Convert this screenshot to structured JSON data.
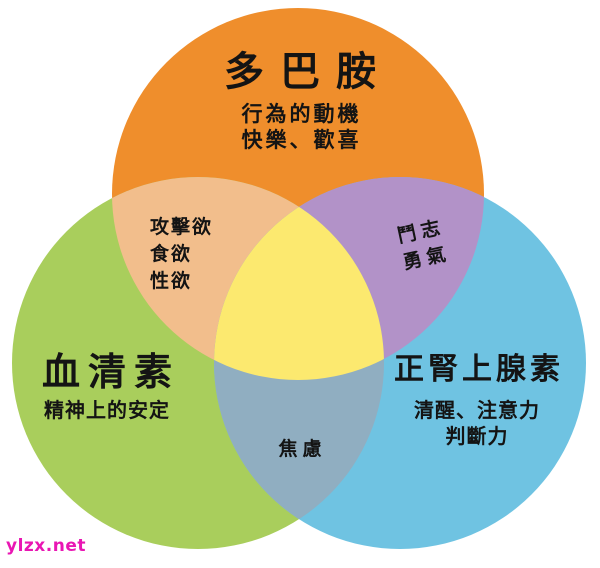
{
  "page": {
    "background": "#FFFFFF"
  },
  "watermark": {
    "text": "ylzx.net",
    "color": "#E916B3"
  },
  "venn": {
    "circles": [
      {
        "id": "dopamine",
        "title": "多巴胺",
        "desc_lines": [
          "行為的動機",
          "快樂、歡喜"
        ],
        "color": "#EF8E2C"
      },
      {
        "id": "serotonin",
        "title": "血清素",
        "desc_lines": [
          "精神上的安定"
        ],
        "color": "#A9CE5C"
      },
      {
        "id": "norepinephrine",
        "title": "正腎上腺素",
        "desc_lines": [
          "清醒、注意力",
          "判斷力"
        ],
        "color": "#6FC3E2"
      }
    ],
    "overlaps": [
      {
        "id": "dopamine-serotonin",
        "lines": [
          "攻擊欲",
          "食欲",
          "性欲"
        ],
        "color": "#F2BE8C"
      },
      {
        "id": "dopamine-norepinephrine",
        "lines": [
          "鬥志",
          "勇氣"
        ],
        "color": "#B292C8"
      },
      {
        "id": "serotonin-norepinephrine",
        "lines": [
          "焦慮"
        ],
        "color": "#90AEC1"
      },
      {
        "id": "center",
        "lines": [],
        "color": "#FCE96F"
      }
    ]
  }
}
